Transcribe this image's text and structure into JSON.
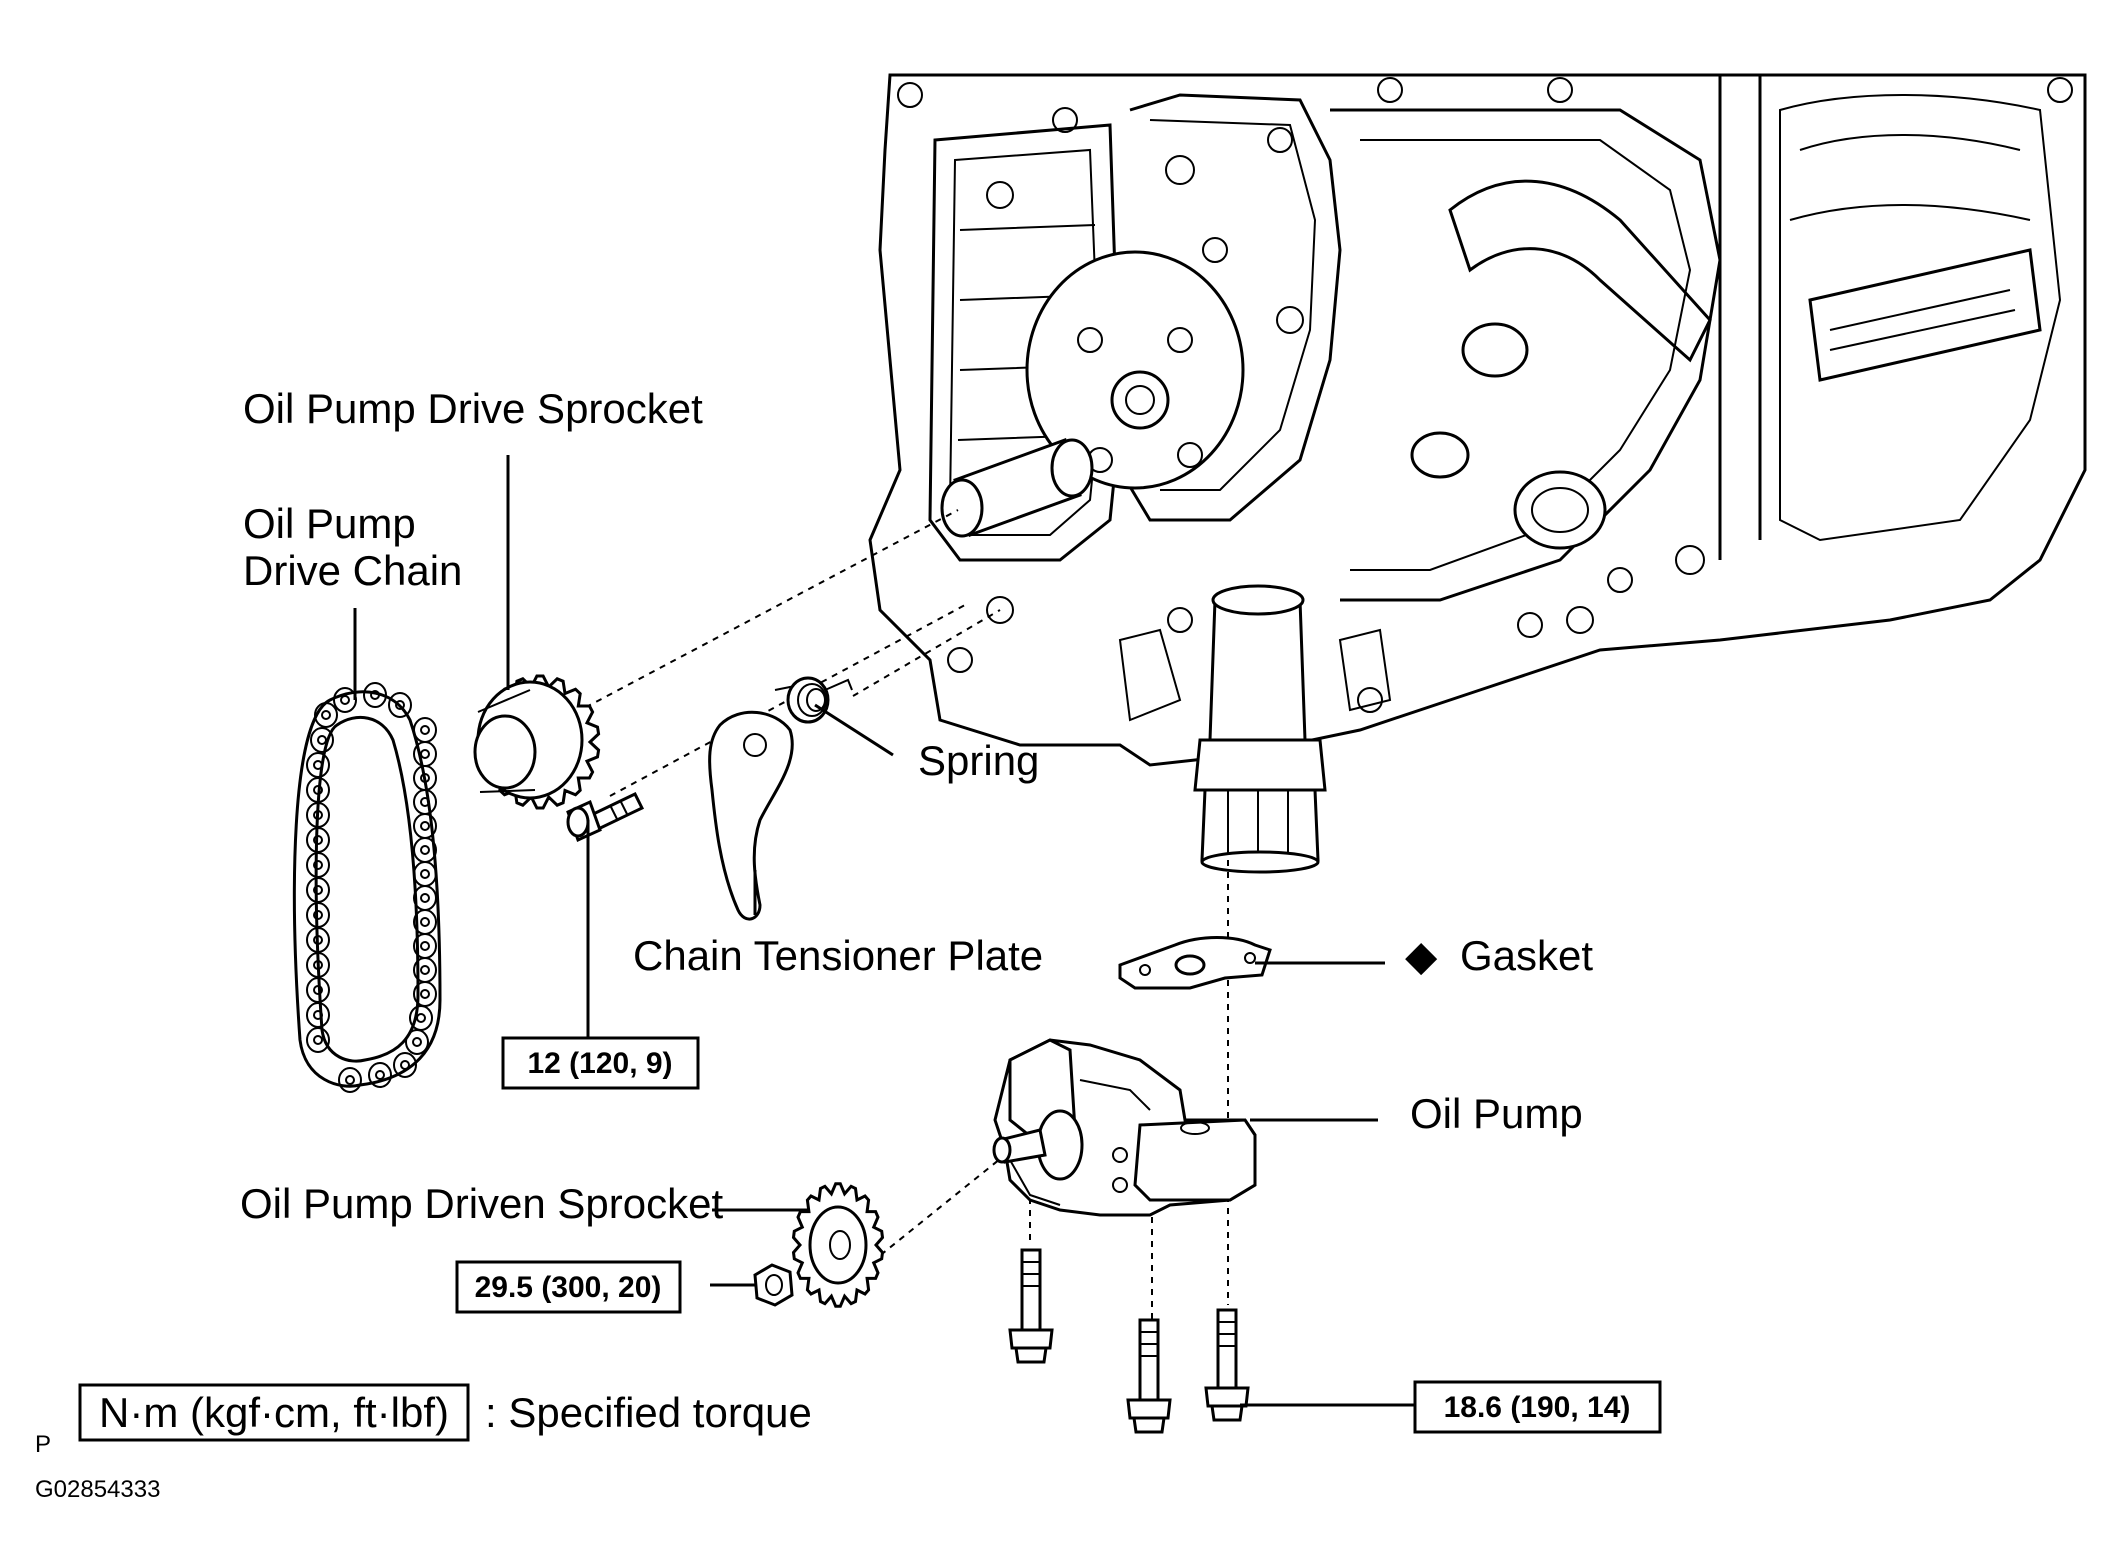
{
  "labels": {
    "drive_sprocket": "Oil Pump Drive Sprocket",
    "drive_chain_line1": "Oil Pump",
    "drive_chain_line2": "Drive Chain",
    "spring": "Spring",
    "tensioner_plate": "Chain Tensioner Plate",
    "gasket": "Gasket",
    "gasket_marker": "◆",
    "oil_pump": "Oil Pump",
    "driven_sprocket": "Oil Pump Driven Sprocket"
  },
  "torques": {
    "tensioner_bolt": "12 (120, 9)",
    "sprocket_nut": "29.5 (300, 20)",
    "pump_bolts": "18.6 (190, 14)"
  },
  "legend": {
    "units": "N·m (kgf·cm, ft·lbf)",
    "description": ": Specified torque"
  },
  "footer": {
    "code_letter": "P",
    "figure_id": "G02854333"
  }
}
